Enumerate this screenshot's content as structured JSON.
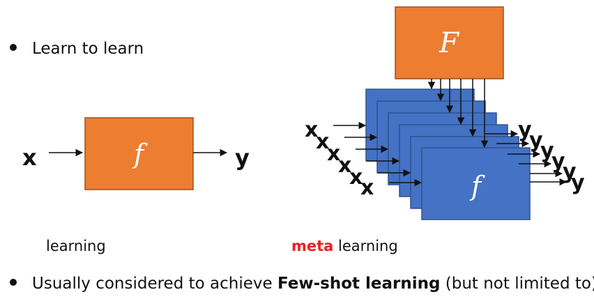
{
  "bullets": {
    "first": "Learn to learn",
    "second_prefix": "Usually considered to achieve ",
    "second_bold": "Few-shot learning",
    "second_suffix": " (but not limited to)"
  },
  "learning_diagram": {
    "input": "x",
    "function": "f",
    "output": "y",
    "caption": "learning"
  },
  "meta_diagram": {
    "meta_function": "F",
    "inner_function": "f",
    "inputs": [
      "x",
      "x",
      "x",
      "x",
      "x",
      "x"
    ],
    "outputs": [
      "y",
      "y",
      "y",
      "y",
      "y",
      "y"
    ],
    "caption_highlight": "meta",
    "caption_rest": " learning"
  },
  "colors": {
    "orange": "#ed7d31",
    "orange_border": "#9c4f1a",
    "blue": "#4472c4",
    "blue_border": "#2f528f",
    "highlight_red": "#e8221e"
  }
}
